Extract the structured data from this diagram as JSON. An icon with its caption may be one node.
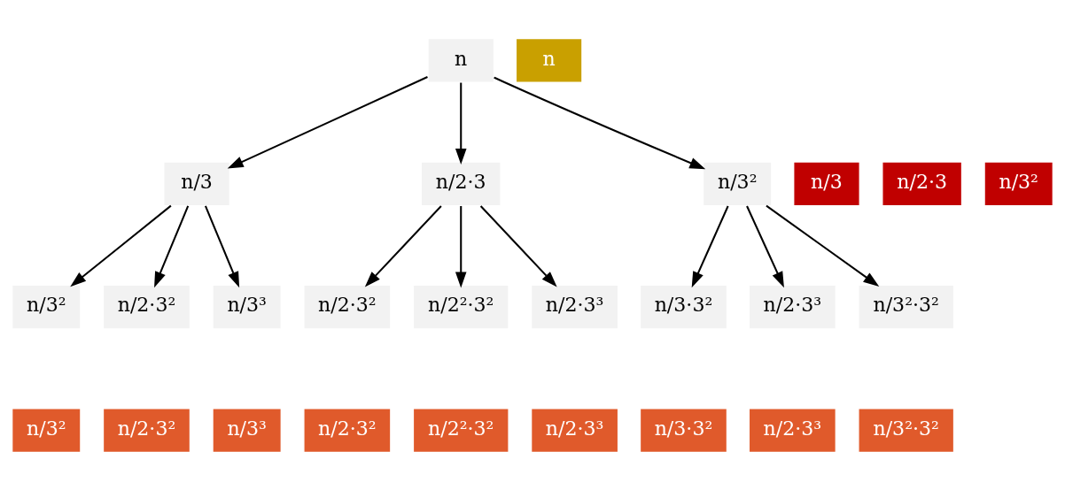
{
  "diagram": {
    "nodes": [
      {
        "text": [
          "n"
        ]
      },
      {
        "text": [
          "n"
        ]
      },
      {
        "text": [
          "n/3"
        ]
      },
      {
        "text": [
          "n/3"
        ]
      },
      {
        "text": [
          "n/2·3"
        ]
      },
      {
        "text": [
          "n/2·3"
        ]
      },
      {
        "text": [
          "n/3²"
        ]
      },
      {
        "text": [
          "n/3²"
        ]
      },
      {
        "text": [
          "n/3²"
        ]
      },
      {
        "text": [
          "n/2·3²"
        ]
      },
      {
        "text": [
          "n/3³"
        ]
      },
      {
        "text": [
          "n/2·3²"
        ]
      },
      {
        "text": [
          "n/2²·3²"
        ]
      },
      {
        "text": [
          "n/2·3³"
        ]
      },
      {
        "text": [
          "n/3·3²"
        ]
      },
      {
        "text": [
          "n/2·3³"
        ]
      },
      {
        "text": [
          "n/3²·3²"
        ]
      },
      {
        "text": [
          "n/3²"
        ]
      },
      {
        "text": [
          "n/2·3²"
        ]
      },
      {
        "text": [
          "n/3³"
        ]
      },
      {
        "text": [
          "n/2·3²"
        ]
      },
      {
        "text": [
          "n/2²·3²"
        ]
      },
      {
        "text": [
          "n/2·3³"
        ]
      },
      {
        "text": [
          "n/3·3²"
        ]
      },
      {
        "text": [
          "n/2·3³"
        ]
      },
      {
        "text": [
          "n/3²·3²"
        ]
      }
    ],
    "edges": [
      {
        "from": 0,
        "to": 2,
        "arrow": "to"
      },
      {
        "from": 0,
        "to": 4,
        "arrow": "to"
      },
      {
        "from": 0,
        "to": 6,
        "arrow": "to"
      },
      {
        "from": 2,
        "to": 8,
        "arrow": "to"
      },
      {
        "from": 2,
        "to": 9,
        "arrow": "to"
      },
      {
        "from": 2,
        "to": 10,
        "arrow": "to"
      },
      {
        "from": 4,
        "to": 11,
        "arrow": "to"
      },
      {
        "from": 4,
        "to": 12,
        "arrow": "to"
      },
      {
        "from": 4,
        "to": 13,
        "arrow": "to"
      },
      {
        "from": 6,
        "to": 14,
        "arrow": "to"
      },
      {
        "from": 6,
        "to": 15,
        "arrow": "to"
      },
      {
        "from": 6,
        "to": 16,
        "arrow": "to"
      }
    ]
  }
}
